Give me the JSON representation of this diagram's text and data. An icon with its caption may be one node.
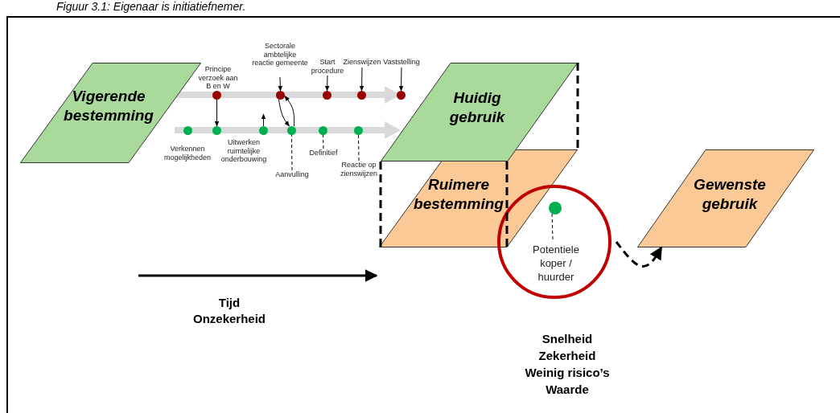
{
  "diagram": {
    "title": "Figuur 3.1: Eigenaar is initiatiefnemer.",
    "nodes": [
      {
        "text": [
          "Vigerende bestemming"
        ]
      },
      {
        "text": [
          "Sectorale ambtelijke reactie gemeente"
        ]
      },
      {
        "text": [
          "Start procedure"
        ]
      },
      {
        "text": [
          "Zienswijzen"
        ]
      },
      {
        "text": [
          "Vaststelling"
        ]
      },
      {
        "text": [],
        "shape": "circle",
        "beside": [
          "Principe verzoek aan B en W"
        ]
      },
      {
        "text": [],
        "shape": "circle"
      },
      {
        "text": [],
        "shape": "circle"
      },
      {
        "text": [],
        "shape": "circle"
      },
      {
        "text": [],
        "shape": "circle"
      },
      {
        "text": [],
        "shape": "circle"
      },
      {
        "text": [],
        "shape": "circle"
      },
      {
        "text": [],
        "shape": "circle"
      },
      {
        "text": [],
        "shape": "circle"
      },
      {
        "text": [],
        "shape": "circle"
      },
      {
        "text": [],
        "shape": "circle"
      },
      {
        "text": [
          "Aanvulling"
        ]
      },
      {
        "text": [
          "Definitief"
        ]
      },
      {
        "text": [
          "Reactie op zienswijzen"
        ]
      },
      {
        "text": [
          "Huidig gebruik"
        ]
      },
      {
        "text": [
          "Ruimere bestemming"
        ]
      },
      {
        "text": [],
        "shape": "circle"
      },
      {
        "text": [],
        "shape": "circle",
        "in": 21
      },
      {
        "text": [
          "Potentiele koper / huurder"
        ],
        "in": 21
      },
      {
        "text": [
          "Gewenste gebruik"
        ]
      }
    ],
    "edges": [
      {
        "from": 1,
        "to": 6,
        "arrow": "to"
      },
      {
        "from": 2,
        "to": 7,
        "arrow": "to"
      },
      {
        "from": 3,
        "to": 8,
        "arrow": "to"
      },
      {
        "from": 4,
        "to": 9,
        "arrow": "to"
      },
      {
        "from": 5,
        "to": 11,
        "arrow": "to"
      },
      {
        "from": 12,
        "to": null,
        "arrow": "to"
      },
      {
        "from": 6,
        "to": 13,
        "arrow": "to"
      },
      {
        "from": 13,
        "to": 6,
        "arrow": "to"
      },
      {
        "from": 16,
        "to": 13,
        "arrow": "none",
        "style": "dashed"
      },
      {
        "from": 17,
        "to": 14,
        "arrow": "none",
        "style": "dashed"
      },
      {
        "from": 18,
        "to": 15,
        "arrow": "none",
        "style": "dashed"
      },
      {
        "from": 23,
        "to": 22,
        "arrow": "none",
        "style": "dashed"
      },
      {
        "from": 21,
        "to": 24,
        "arrow": "to",
        "style": "dashed"
      }
    ],
    "labels": [
      "Verkennen mogelijkheden",
      "Uitwerken ruimtelijke onderbouwing",
      "Tijd",
      "Onzekerheid",
      "Snelheid",
      "Zekerheid",
      "Weinig risico’s",
      "Waarde"
    ]
  }
}
